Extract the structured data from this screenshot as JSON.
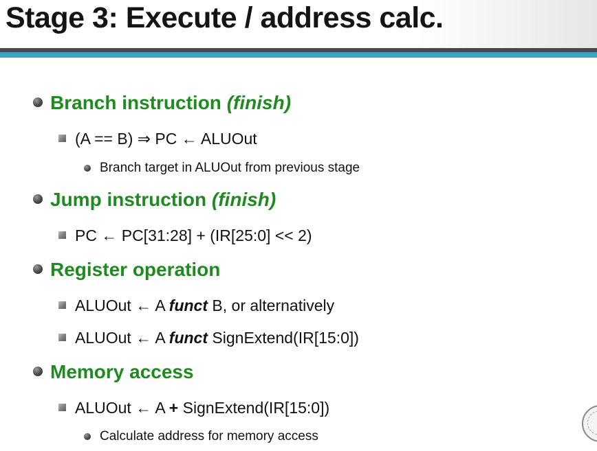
{
  "slide": {
    "title": "Stage 3: Execute / address calc."
  },
  "bullets": [
    {
      "level": 1,
      "main": "Branch instruction",
      "suffix": "(finish)"
    },
    {
      "level": 2,
      "text": "(A == B) ⇒ PC ← ALUOut"
    },
    {
      "level": 3,
      "text": "Branch target in ALUOut from previous stage"
    },
    {
      "level": 1,
      "main": "Jump instruction",
      "suffix": "(finish)"
    },
    {
      "level": 2,
      "text": "PC ← PC[31:28] + (IR[25:0] << 2)"
    },
    {
      "level": 1,
      "main": "Register operation",
      "suffix": ""
    },
    {
      "level": 2,
      "prefix": "ALUOut ← A ",
      "emph": "funct",
      "rest": " B, or alternatively"
    },
    {
      "level": 2,
      "prefix": "ALUOut ← A ",
      "emph": "funct",
      "rest": " SignExtend(IR[15:0])"
    },
    {
      "level": 1,
      "main": "Memory access",
      "suffix": ""
    },
    {
      "level": 2,
      "prefix": "ALUOut ← A ",
      "emph": "+",
      "rest": " SignExtend(IR[15:0])"
    },
    {
      "level": 3,
      "text": "Calculate address for memory access"
    }
  ],
  "colors": {
    "heading_green": "#1f8a1f",
    "bar_dark": "#4a4a4a",
    "bar_teal": "#3aa6c4"
  },
  "decoration": {
    "seal_icon": "university-seal-icon"
  }
}
